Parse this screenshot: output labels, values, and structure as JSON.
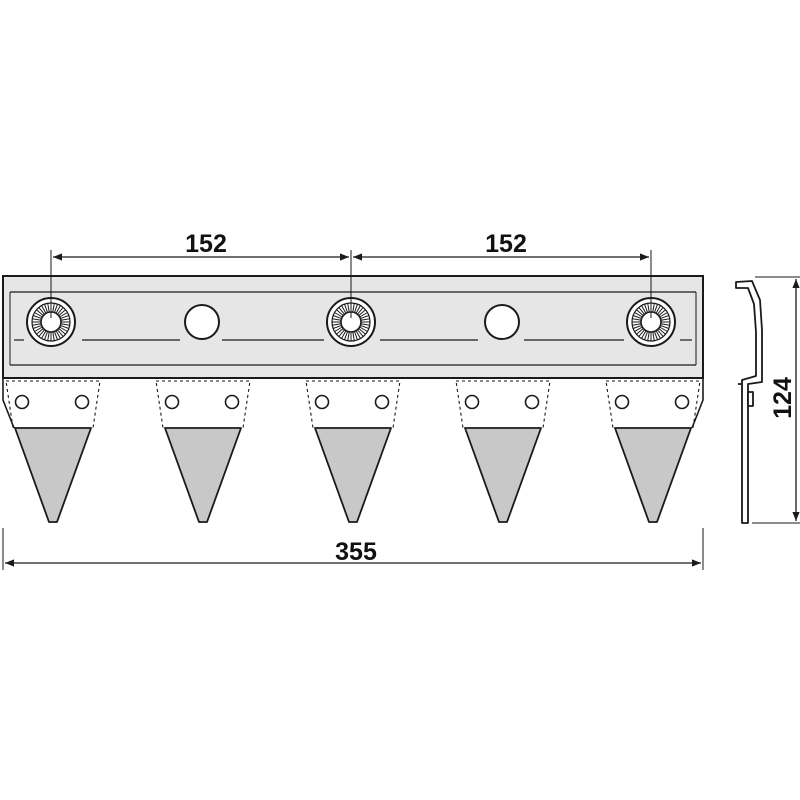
{
  "dimensions": {
    "spacing_left": "152",
    "spacing_right": "152",
    "total_length": "355",
    "height": "124"
  },
  "colors": {
    "line": "#1a1a1a",
    "body_fill": "#e6e6e6",
    "blade_fill": "#c8c8c8",
    "background": "#ffffff"
  }
}
